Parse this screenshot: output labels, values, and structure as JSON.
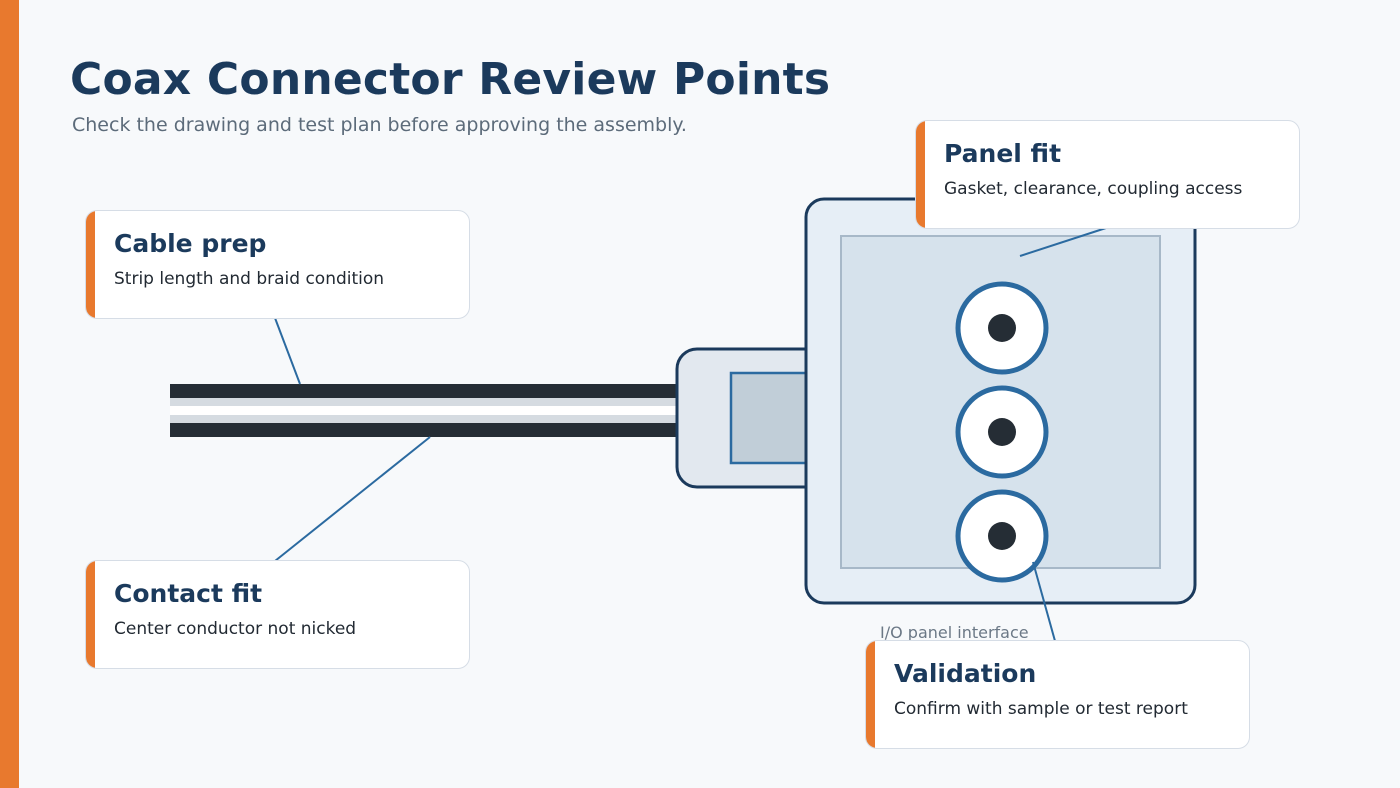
{
  "header": {
    "title": "Coax Connector Review Points",
    "subtitle": "Check the drawing and test plan before approving the assembly."
  },
  "callouts": {
    "cable_prep": {
      "title": "Cable prep",
      "description": "Strip length and braid condition"
    },
    "contact_fit": {
      "title": "Contact fit",
      "description": "Center conductor not nicked"
    },
    "panel_fit": {
      "title": "Panel fit",
      "description": "Gasket, clearance, coupling access"
    },
    "validation": {
      "title": "Validation",
      "description": "Confirm with sample or test report"
    }
  },
  "diagram": {
    "panel_caption": "I/O panel interface",
    "port_count": 3,
    "colors": {
      "accent": "#e8792e",
      "navy": "#1b3a5c",
      "port_ring": "#2b6aa0",
      "leader_line": "#2b6aa0",
      "cable_jacket": "#252d35",
      "panel_fill": "#e6eef6",
      "panel_inner": "#d6e2ec"
    }
  }
}
